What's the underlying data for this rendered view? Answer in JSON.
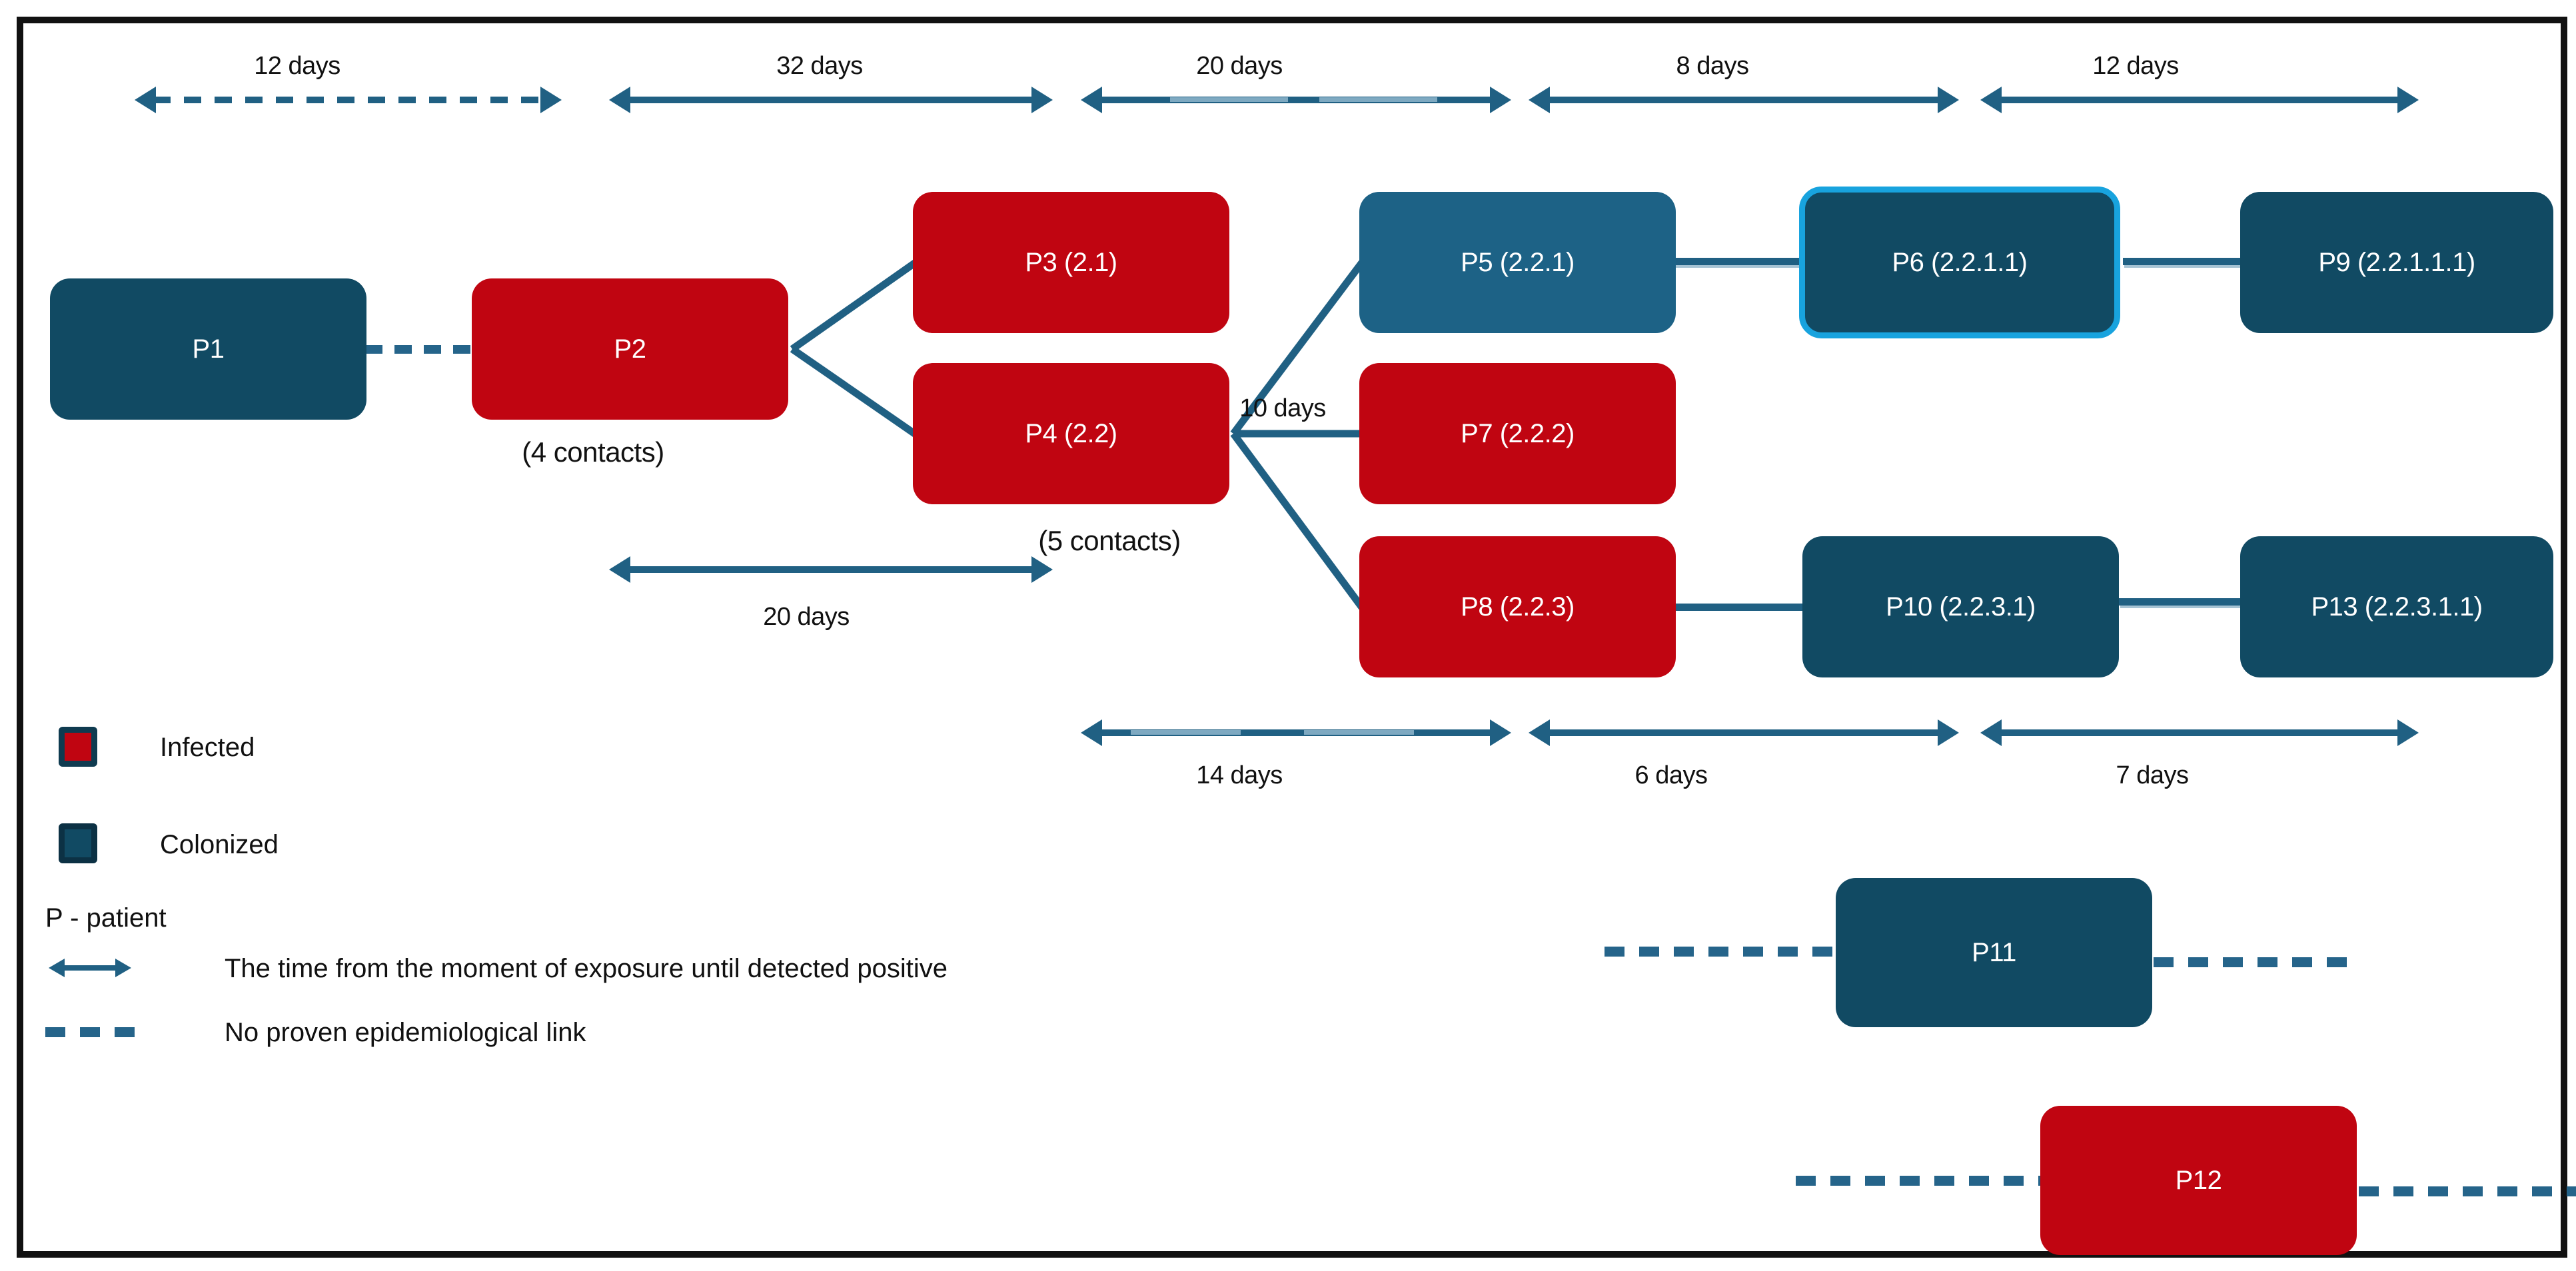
{
  "figure": {
    "description": "Epidemiological transmission chain of 13 patients"
  },
  "colors": {
    "infected": "#C00511",
    "colonized": "#114A63",
    "colonized_light": "#1D6286",
    "highlight_border": "#18A3DE",
    "line": "#206083"
  },
  "top_intervals": [
    {
      "label": "12 days",
      "style": "dashed"
    },
    {
      "label": "32 days",
      "style": "solid"
    },
    {
      "label": "20 days",
      "style": "solid"
    },
    {
      "label": "8 days",
      "style": "solid"
    },
    {
      "label": "12 days",
      "style": "solid"
    }
  ],
  "bottom_intervals": [
    {
      "label": "14 days"
    },
    {
      "label": "6 days"
    },
    {
      "label": "7 days"
    }
  ],
  "annotations": {
    "p2_contacts": "(4 contacts)",
    "p4_contacts": "(5 contacts)",
    "p4_branch_interval": "10 days",
    "p2_p4_interval": "20 days"
  },
  "patients": [
    {
      "label": "P1",
      "status": "colonized"
    },
    {
      "label": "P2",
      "status": "infected"
    },
    {
      "label": "P3 (2.1)",
      "status": "infected"
    },
    {
      "label": "P4 (2.2)",
      "status": "infected"
    },
    {
      "label": "P5 (2.2.1)",
      "status": "colonized"
    },
    {
      "label": "P6 (2.2.1.1)",
      "status": "colonized",
      "highlighted": true
    },
    {
      "label": "P7 (2.2.2)",
      "status": "infected"
    },
    {
      "label": "P8 (2.2.3)",
      "status": "infected"
    },
    {
      "label": "P9 (2.2.1.1.1)",
      "status": "colonized"
    },
    {
      "label": "P10 (2.2.3.1)",
      "status": "colonized"
    },
    {
      "label": "P11",
      "status": "colonized"
    },
    {
      "label": "P12",
      "status": "infected"
    },
    {
      "label": "P13 (2.2.3.1.1)",
      "status": "colonized"
    }
  ],
  "legend": {
    "infected": "Infected",
    "colonized": "Colonized",
    "patient_note": "P - patient",
    "exposure_arrow": "The time from the moment of exposure until detected positive",
    "dashed_line": "No proven epidemiological link"
  }
}
